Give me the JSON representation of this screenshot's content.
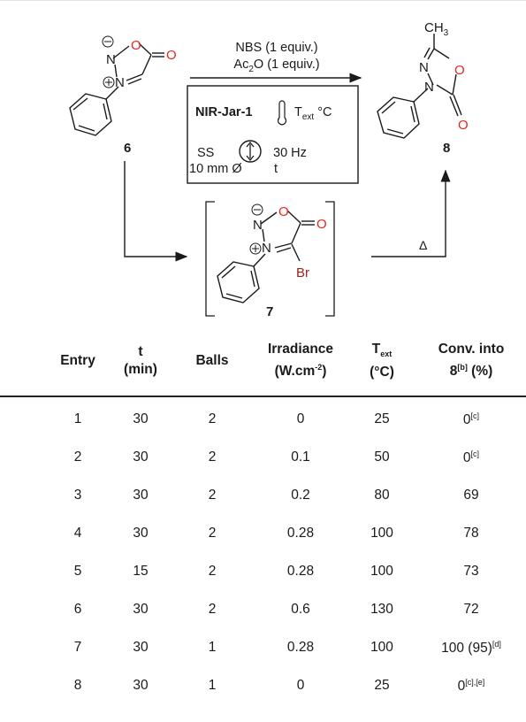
{
  "scheme": {
    "compound_labels": [
      "6",
      "7",
      "8"
    ],
    "ch3": "CH3",
    "reagent_line1": "NBS (1 equiv.)",
    "reagent_line2": "Ac2O (1 equiv.)",
    "jar_name": "NIR-Jar-1",
    "jar_temp": "Text °C",
    "ball_material": "SS",
    "ball_size": "10 mm Ø",
    "frequency": "30 Hz",
    "time_symbol": "t",
    "heat_symbol": "Δ",
    "br": "Br"
  },
  "table": {
    "headers": [
      {
        "l1": "Entry",
        "l2": ""
      },
      {
        "l1": "t",
        "l2": "(min)"
      },
      {
        "l1": "Balls",
        "l2": ""
      },
      {
        "l1": "Irradiance",
        "l2": "(W.cm-2)"
      },
      {
        "l1": "Text",
        "l2": "(°C)"
      },
      {
        "l1": "Conv. into",
        "l2": "8[b] (%)"
      }
    ],
    "rows": [
      [
        "1",
        "30",
        "2",
        "0",
        "25",
        "0",
        "[c]"
      ],
      [
        "2",
        "30",
        "2",
        "0.1",
        "50",
        "0",
        "[c]"
      ],
      [
        "3",
        "30",
        "2",
        "0.2",
        "80",
        "69",
        ""
      ],
      [
        "4",
        "30",
        "2",
        "0.28",
        "100",
        "78",
        ""
      ],
      [
        "5",
        "15",
        "2",
        "0.28",
        "100",
        "73",
        ""
      ],
      [
        "6",
        "30",
        "2",
        "0.6",
        "130",
        "72",
        ""
      ],
      [
        "7",
        "30",
        "1",
        "0.28",
        "100",
        "100 (95)",
        "[d]"
      ],
      [
        "8",
        "30",
        "1",
        "0",
        "25",
        "0",
        "[c],[e]"
      ]
    ]
  },
  "colors": {
    "oxygen": "#e8251f",
    "bromine": "#a0201e",
    "ink": "#1a1a1a"
  }
}
